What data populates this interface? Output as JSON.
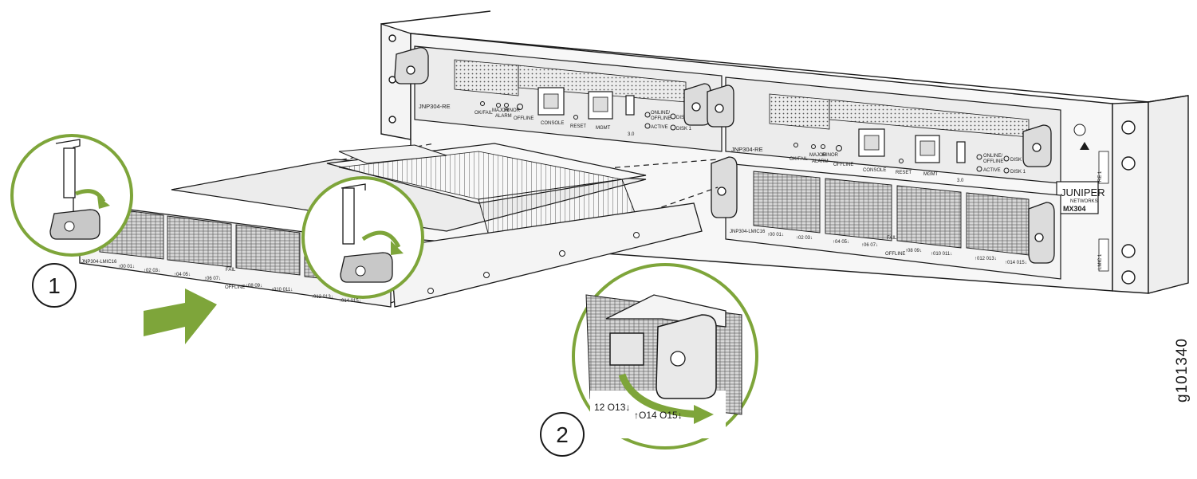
{
  "figure_id": "g101340",
  "colors": {
    "callout_ring": "#7ea53a",
    "arrow": "#7ea53a",
    "line": "#1a1a1a",
    "chassis_fill": "#f2f2f2",
    "panel_fill": "#e6e6e6"
  },
  "steps": [
    {
      "number": "1"
    },
    {
      "number": "2"
    }
  ],
  "chassis": {
    "brand": "JUNIPER",
    "brand_sub": "NETWORKS",
    "model": "MX304",
    "lmic_tag": "LMIC 1",
    "re_tag": "RE 1"
  },
  "routing_engine_back": {
    "name": "JNP304-RE",
    "leds": [
      "OK/FAIL",
      "MAJOR",
      "MINOR",
      "ALARM",
      "OFFLINE"
    ],
    "ports": [
      "CONSOLE",
      "RESET",
      "MGMT",
      "3.0"
    ],
    "status": [
      "ONLINE/",
      "OFFLINE",
      "DISK 0",
      "ACTIVE",
      "DISK 1"
    ]
  },
  "routing_engine_front": {
    "name": "JNP304-RE",
    "leds": [
      "OK/FAIL",
      "MAJOR",
      "MINOR",
      "ALARM",
      "OFFLINE"
    ],
    "ports": [
      "CONSOLE",
      "RESET",
      "MGMT",
      "3.0"
    ],
    "status": [
      "ONLINE/",
      "OFFLINE",
      "DISK 0",
      "ACTIVE",
      "DISK 1"
    ]
  },
  "lmic_installed": {
    "name": "JNP304-LMIC16",
    "port_labels": [
      "↑00 01↓",
      "↑02 03↓",
      "↑04 05↓",
      "↑06 07↓",
      "↑08 09↓",
      "↑010 011↓",
      "↑012 013↓",
      "↑014 015↓"
    ],
    "status": [
      "FAIL",
      "OFFLINE"
    ]
  },
  "lmic_inserting": {
    "name": "JNP304-LMIC16",
    "port_labels": [
      "↑00 01↓",
      "↑02 03↓",
      "↑04 05↓",
      "↑06 07↓",
      "↑08 09↓",
      "↑010 011↓",
      "↑012 013↓",
      "↑014 015↓"
    ],
    "status": [
      "FAIL",
      "OFFLINE"
    ]
  },
  "detail_callout_2": {
    "port_labels": [
      "12 O13↓",
      "↑O14 O15↓"
    ]
  }
}
